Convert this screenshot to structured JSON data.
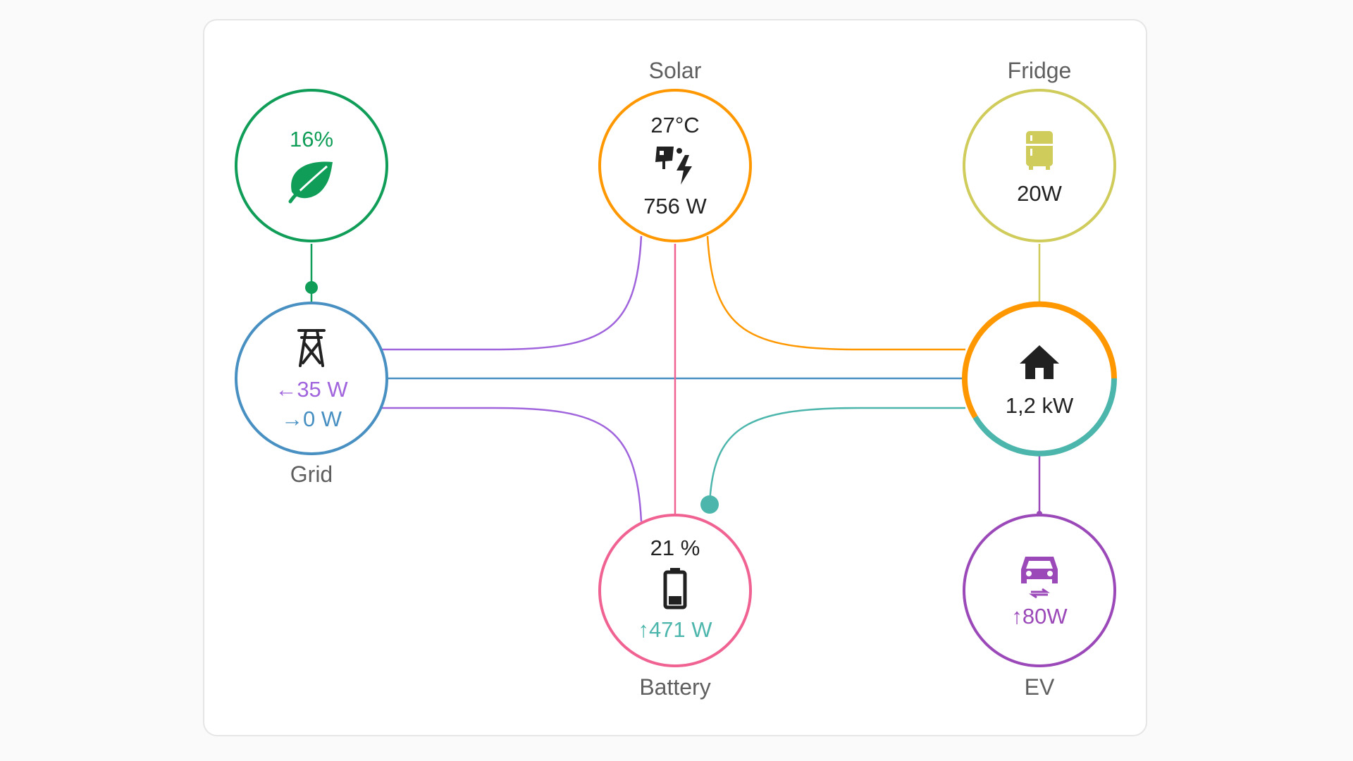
{
  "colors": {
    "low_carbon": "#0f9d58",
    "solar": "#ff9800",
    "grid": "#488fc2",
    "grid_import": "#a064dc",
    "battery": "#f06292",
    "battery_out": "#4db6ac",
    "fridge": "#d0cc5b",
    "ev": "#9b48b9",
    "home_icon": "#212121"
  },
  "low_carbon": {
    "percent": "16%",
    "icon": "leaf-icon"
  },
  "solar": {
    "label": "Solar",
    "temperature": "27°C",
    "icon": "solar-power-icon",
    "power": "756 W"
  },
  "fridge": {
    "label": "Fridge",
    "icon": "fridge-icon",
    "power": "20W"
  },
  "grid": {
    "label": "Grid",
    "icon": "transmission-tower-icon",
    "import_arrow": "←",
    "import_value": "35 W",
    "export_arrow": "→",
    "export_value": "0 W"
  },
  "home": {
    "icon": "home-icon",
    "power": "1,2 kW"
  },
  "battery": {
    "label": "Battery",
    "percent": "21 %",
    "icon": "battery-icon",
    "arrow": "↑",
    "value": "471 W"
  },
  "ev": {
    "label": "EV",
    "icon": "ev-car-icon",
    "arrow": "↑",
    "value": "80W"
  }
}
